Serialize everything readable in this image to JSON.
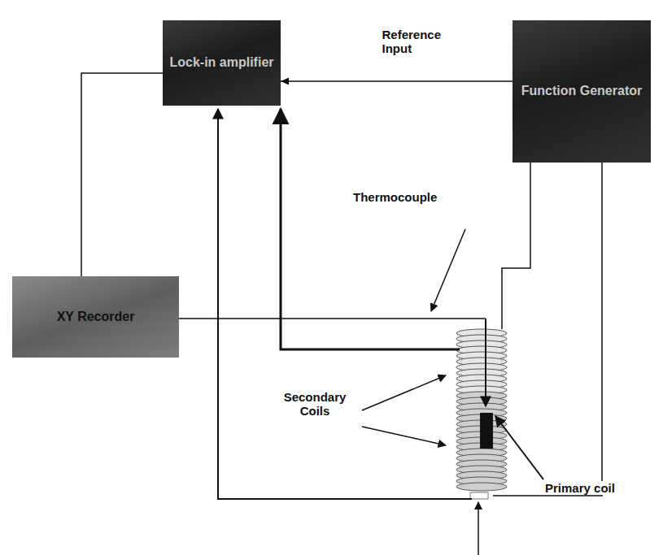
{
  "diagram": {
    "nodes": [
      {
        "text": [
          "Lock-in amplifier"
        ]
      },
      {
        "text": [
          "Function Generator"
        ]
      },
      {
        "text": [
          "XY Recorder"
        ]
      }
    ],
    "edges": [
      {
        "from": 1,
        "to": 0,
        "arrow": "to",
        "label": "Reference Input"
      },
      {
        "from": 0,
        "to": 2,
        "arrow": "none"
      }
    ],
    "labels": [
      "Thermocouple",
      "Secondary Coils",
      "Primary coil"
    ]
  }
}
